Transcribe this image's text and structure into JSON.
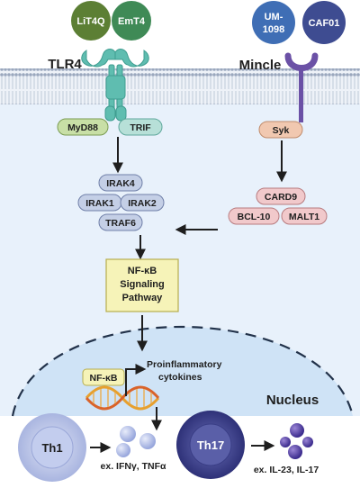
{
  "ligands": {
    "lit4q": "LiT4Q",
    "emt4": "EmT4",
    "um1098_line1": "UM-",
    "um1098_line2": "1098",
    "caf01": "CAF01"
  },
  "receptors": {
    "tlr4": "TLR4",
    "mincle": "Mincle"
  },
  "adaptors": {
    "myd88": "MyD88",
    "trif": "TRIF",
    "syk": "Syk"
  },
  "kinases": {
    "irak4": "IRAK4",
    "irak1": "IRAK1",
    "irak2": "IRAK2",
    "traf6": "TRAF6"
  },
  "card_complex": {
    "card9": "CARD9",
    "bcl10": "BCL-10",
    "malt1": "MALT1"
  },
  "nfkb_pathway": {
    "line1": "NF-κB",
    "line2": "Signaling",
    "line3": "Pathway"
  },
  "nucleus": {
    "label": "Nucleus",
    "nfkb": "NF-κB",
    "output_line1": "Proinflammatory",
    "output_line2": "cytokines"
  },
  "cells": {
    "th1": "Th1",
    "th1_cytokines": "ex. IFNγ, TNFα",
    "th17": "Th17",
    "th17_cytokines": "ex. IL-23, IL-17"
  },
  "colors": {
    "lit4q": "#5c7f34",
    "emt4": "#3f8a56",
    "um1098": "#3f6eb5",
    "caf01": "#3e4c91",
    "tlr4_receptor": "#5fbdb0",
    "mincle_receptor": "#6b51a6",
    "myd88": "#c8dfa6",
    "trif": "#b7e0d8",
    "syk": "#f1c8b0",
    "irak": "#c4cfe6",
    "card": "#f1c9cb",
    "nfkb_box": "#f6f3b8",
    "cytoplasm": "#e8f1fb",
    "nucleus": "#cfe3f6",
    "th1": "#b8c3e7",
    "th17": "#3b3f8a"
  }
}
